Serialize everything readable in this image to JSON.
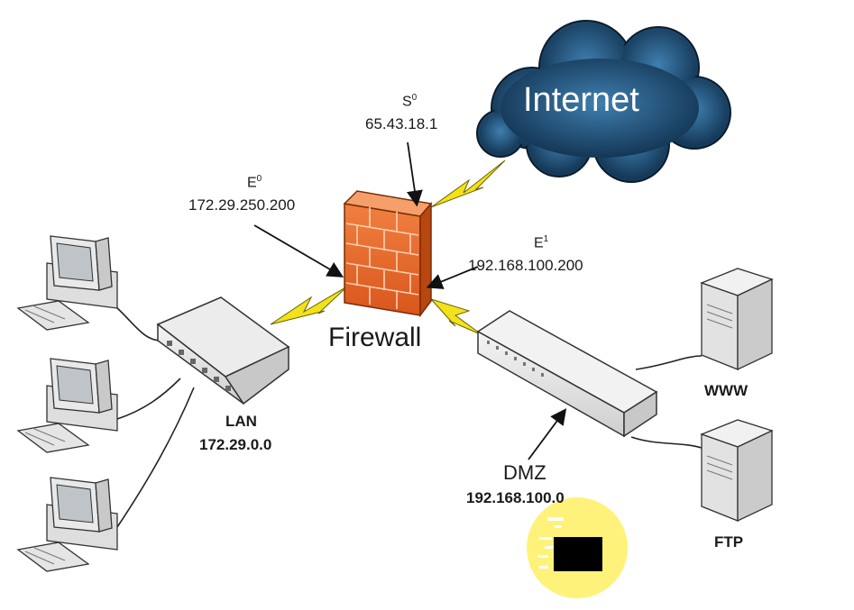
{
  "diagram": {
    "cloud": {
      "label": "Internet"
    },
    "firewall": {
      "label": "Firewall"
    },
    "interfaces": {
      "s0": {
        "name": "S",
        "sup": "0",
        "ip": "65.43.18.1"
      },
      "e0": {
        "name": "E",
        "sup": "0",
        "ip": "172.29.250.200"
      },
      "e1": {
        "name": "E",
        "sup": "1",
        "ip": "192.168.100.200"
      }
    },
    "lan": {
      "label": "LAN",
      "ip": "172.29.0.0"
    },
    "dmz": {
      "label": "DMZ",
      "ip": "192.168.100.0"
    },
    "servers": [
      {
        "label": "WWW"
      },
      {
        "label": "FTP"
      }
    ],
    "colors": {
      "cloud": "#1e4a70",
      "firewall": "#e8692a",
      "lightning": "#f2e21c",
      "highlight": "#fff27a"
    }
  }
}
